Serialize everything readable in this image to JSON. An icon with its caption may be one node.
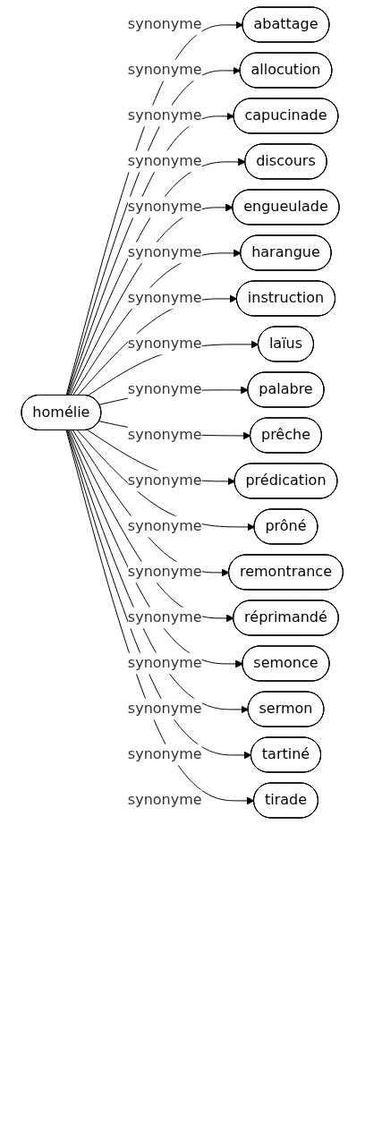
{
  "diagram": {
    "nodes": [
      {
        "text": [
          "homélie"
        ]
      },
      {
        "text": [
          "abattage"
        ]
      },
      {
        "text": [
          "allocution"
        ]
      },
      {
        "text": [
          "capucinade"
        ]
      },
      {
        "text": [
          "discours"
        ]
      },
      {
        "text": [
          "engueulade"
        ]
      },
      {
        "text": [
          "harangue"
        ]
      },
      {
        "text": [
          "instruction"
        ]
      },
      {
        "text": [
          "laïus"
        ]
      },
      {
        "text": [
          "palabre"
        ]
      },
      {
        "text": [
          "prêche"
        ]
      },
      {
        "text": [
          "prédication"
        ]
      },
      {
        "text": [
          "prôné"
        ]
      },
      {
        "text": [
          "remontrance"
        ]
      },
      {
        "text": [
          "réprimandé"
        ]
      },
      {
        "text": [
          "semonce"
        ]
      },
      {
        "text": [
          "sermon"
        ]
      },
      {
        "text": [
          "tartiné"
        ]
      },
      {
        "text": [
          "tirade"
        ]
      }
    ],
    "edges": [
      {
        "from": 0,
        "to": 1,
        "arrow": "to",
        "label": "synonyme"
      },
      {
        "from": 0,
        "to": 2,
        "arrow": "to",
        "label": "synonyme"
      },
      {
        "from": 0,
        "to": 3,
        "arrow": "to",
        "label": "synonyme"
      },
      {
        "from": 0,
        "to": 4,
        "arrow": "to",
        "label": "synonyme"
      },
      {
        "from": 0,
        "to": 5,
        "arrow": "to",
        "label": "synonyme"
      },
      {
        "from": 0,
        "to": 6,
        "arrow": "to",
        "label": "synonyme"
      },
      {
        "from": 0,
        "to": 7,
        "arrow": "to",
        "label": "synonyme"
      },
      {
        "from": 0,
        "to": 8,
        "arrow": "to",
        "label": "synonyme"
      },
      {
        "from": 0,
        "to": 9,
        "arrow": "to",
        "label": "synonyme"
      },
      {
        "from": 0,
        "to": 10,
        "arrow": "to",
        "label": "synonyme"
      },
      {
        "from": 0,
        "to": 11,
        "arrow": "to",
        "label": "synonyme"
      },
      {
        "from": 0,
        "to": 12,
        "arrow": "to",
        "label": "synonyme"
      },
      {
        "from": 0,
        "to": 13,
        "arrow": "to",
        "label": "synonyme"
      },
      {
        "from": 0,
        "to": 14,
        "arrow": "to",
        "label": "synonyme"
      },
      {
        "from": 0,
        "to": 15,
        "arrow": "to",
        "label": "synonyme"
      },
      {
        "from": 0,
        "to": 16,
        "arrow": "to",
        "label": "synonyme"
      },
      {
        "from": 0,
        "to": 17,
        "arrow": "to",
        "label": "synonyme"
      },
      {
        "from": 0,
        "to": 18,
        "arrow": "to",
        "label": "synonyme"
      }
    ]
  }
}
